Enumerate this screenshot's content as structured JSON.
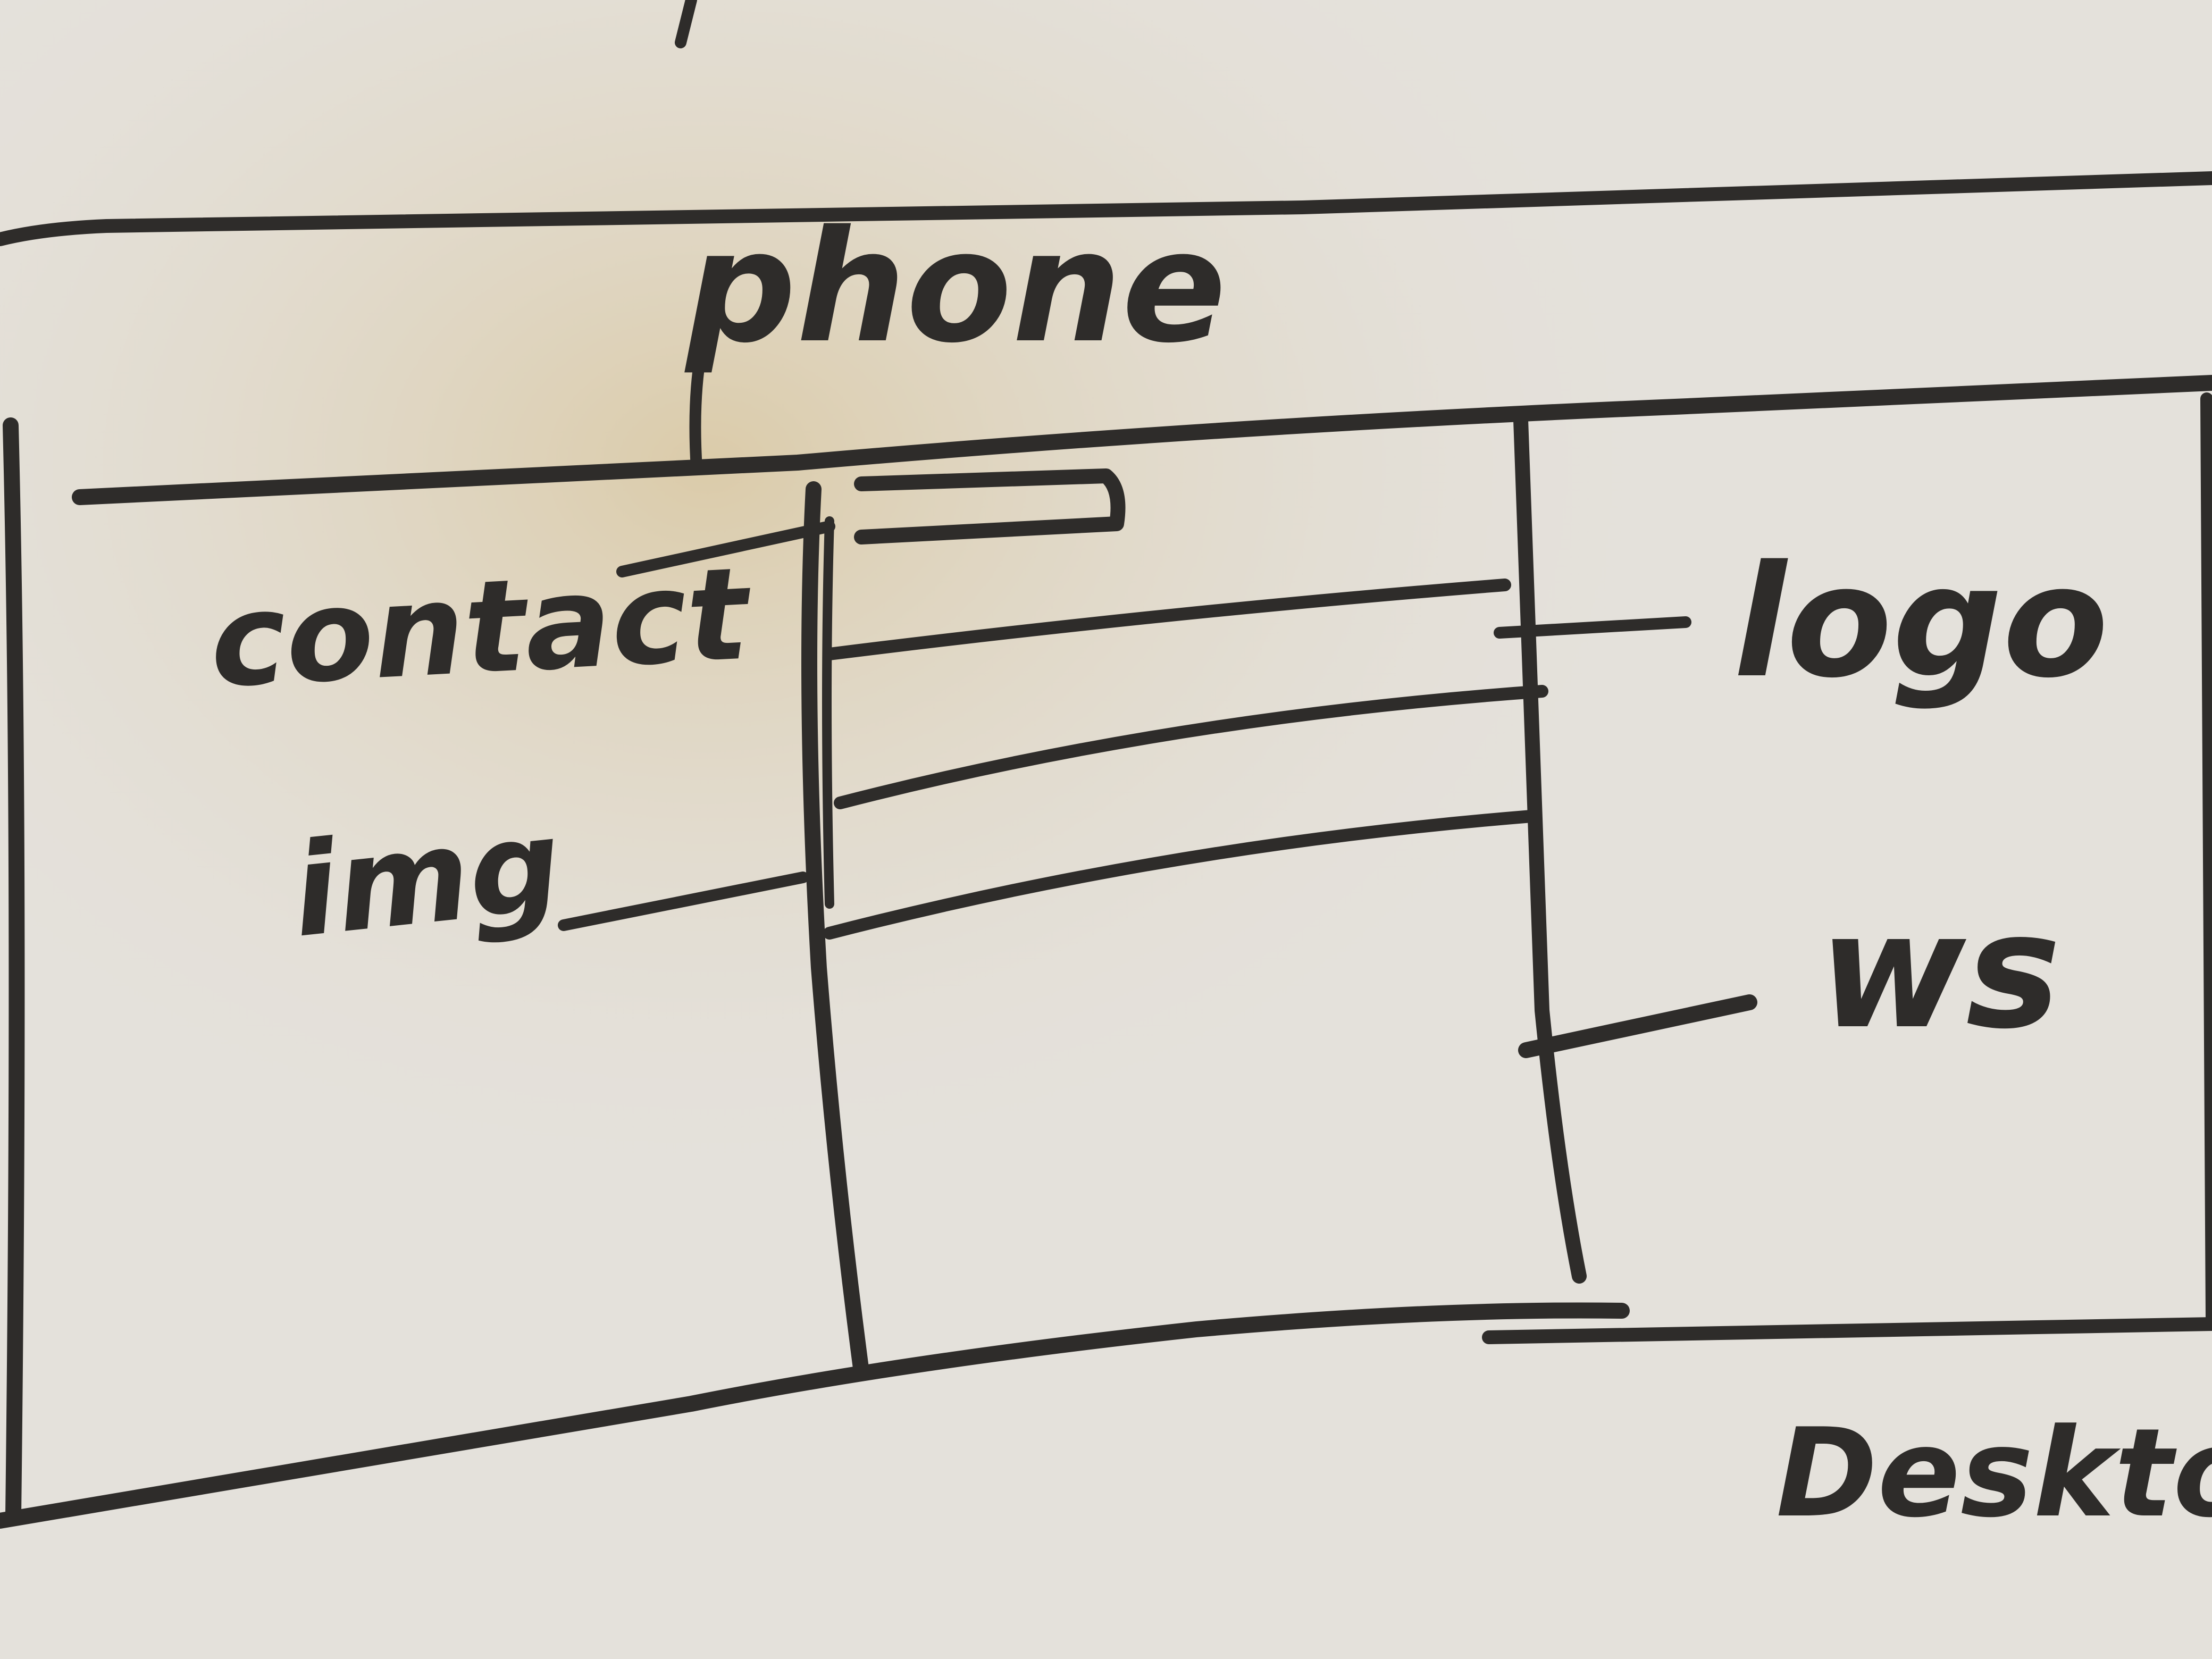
{
  "whiteboard": {
    "labels": {
      "phone": "phone",
      "contact": "contact",
      "img": "img",
      "logo": "logo",
      "ws": "ws",
      "desktop": "Desktop"
    },
    "colors": {
      "board": "#e4e1db",
      "marker": "#2e2c2a",
      "glare": "#d9c7a0"
    }
  }
}
